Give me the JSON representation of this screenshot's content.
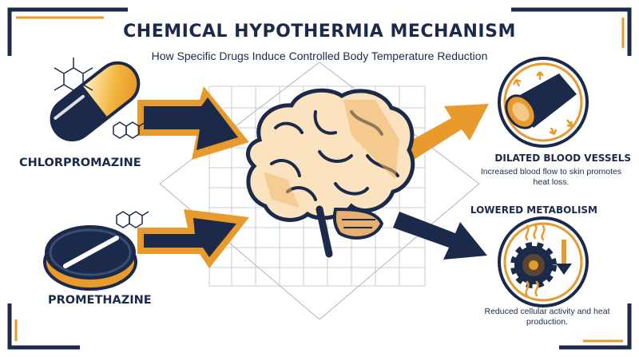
{
  "title": "CHEMICAL HYPOTHERMIA MECHANISM",
  "subtitle": "How Specific Drugs Induce Controlled Body Temperature Reduction",
  "drugs": [
    {
      "name": "CHLORPROMAZINE",
      "icon": "capsule-icon"
    },
    {
      "name": "PROMETHAZINE",
      "icon": "tablet-icon"
    }
  ],
  "effects": [
    {
      "title": "DILATED BLOOD VESSELS",
      "description": "Increased blood flow to skin promotes heat loss.",
      "icon": "blood-vessel-icon"
    },
    {
      "title": "LOWERED METABOLISM",
      "description": "Reduced cellular activity and heat production.",
      "icon": "gear-metabolism-icon"
    }
  ],
  "colors": {
    "navy": "#1b2a4a",
    "orange": "#e89a2c",
    "light_orange": "#f2c98a",
    "background": "#ffffff"
  }
}
